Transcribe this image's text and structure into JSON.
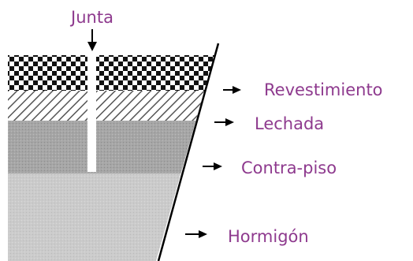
{
  "labels": {
    "joint": "Junta",
    "layers": [
      {
        "name": "Revestimiento"
      },
      {
        "name": "Lechada"
      },
      {
        "name": "Contra-piso"
      },
      {
        "name": "Hormigón"
      }
    ]
  },
  "colors": {
    "label": "#8e3a8e",
    "line": "#000000",
    "checker_dark": "#111111",
    "checker_light": "#ffffff",
    "hatch_bg": "#ffffff",
    "hatch_line": "#555555",
    "contrapiso": "#a8a8a8",
    "hormigon": "#c9c9c9"
  }
}
